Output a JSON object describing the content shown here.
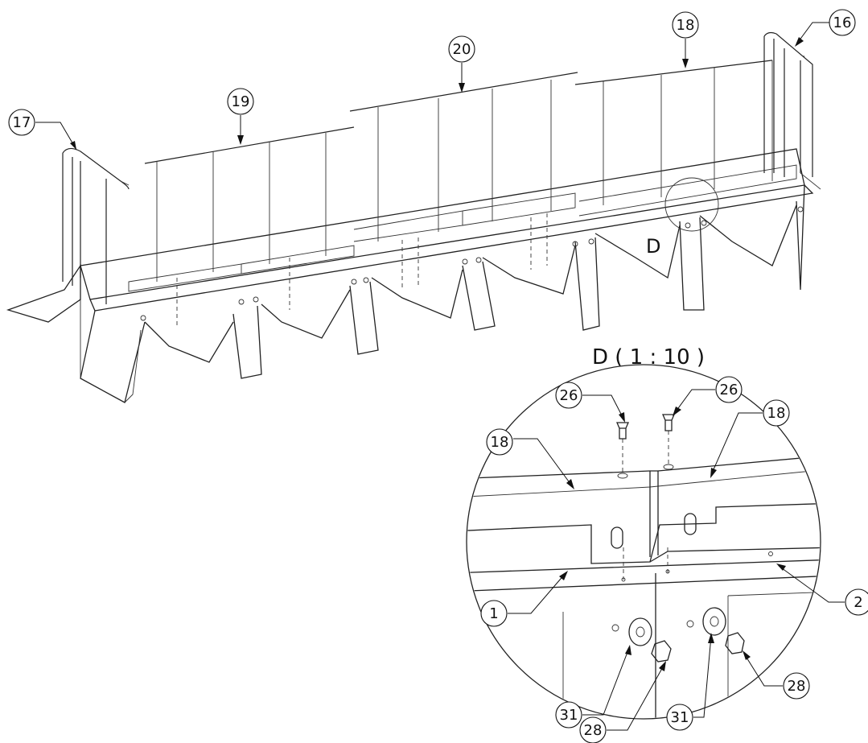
{
  "detail_marker": "D",
  "detail_title": "D ( 1 : 10 )",
  "balloons_main": {
    "b16": "16",
    "b17": "17",
    "b18": "18",
    "b19": "19",
    "b20": "20"
  },
  "balloons_detail": {
    "b26a": "26",
    "b26b": "26",
    "b18a": "18",
    "b18b": "18",
    "b1": "1",
    "b2": "2",
    "b31a": "31",
    "b31b": "31",
    "b28a": "28",
    "b28b": "28"
  }
}
